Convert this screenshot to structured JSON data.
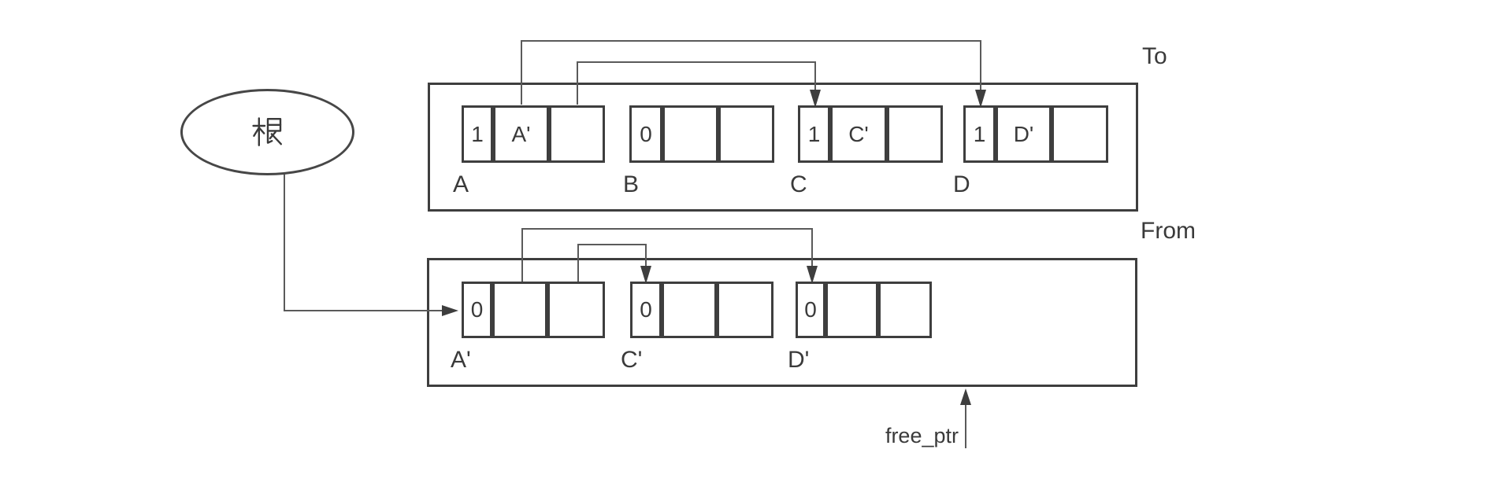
{
  "diagram": {
    "root": {
      "label": "根"
    },
    "to_space": {
      "label": "To",
      "objects": [
        {
          "name": "A",
          "cells": [
            "1",
            "A'",
            ""
          ]
        },
        {
          "name": "B",
          "cells": [
            "0",
            "",
            ""
          ]
        },
        {
          "name": "C",
          "cells": [
            "1",
            "C'",
            ""
          ]
        },
        {
          "name": "D",
          "cells": [
            "1",
            "D'",
            ""
          ]
        }
      ]
    },
    "from_space": {
      "label": "From",
      "objects": [
        {
          "name": "A'",
          "cells": [
            "0",
            "",
            ""
          ]
        },
        {
          "name": "C'",
          "cells": [
            "0",
            "",
            ""
          ]
        },
        {
          "name": "D'",
          "cells": [
            "0",
            "",
            ""
          ]
        }
      ]
    },
    "free_ptr": {
      "label": "free_ptr"
    },
    "pointers": [
      {
        "from": "root",
        "to": "From.A'.cell1"
      },
      {
        "from": "To.A.cell2",
        "to": "To.D.cell1"
      },
      {
        "from": "To.A.cell3",
        "to": "To.C.cell1"
      },
      {
        "from": "From.A'.cell2",
        "to": "From.D'.cell1"
      },
      {
        "from": "From.A'.cell3",
        "to": "From.C'.cell1"
      },
      {
        "from": "free_ptr",
        "to": "From.bottom_edge"
      }
    ],
    "colors": {
      "box_stroke": "#3e3e3e",
      "line_stroke": "#5a5a5a",
      "text": "#3a3a3a",
      "background": "#ffffff"
    }
  }
}
